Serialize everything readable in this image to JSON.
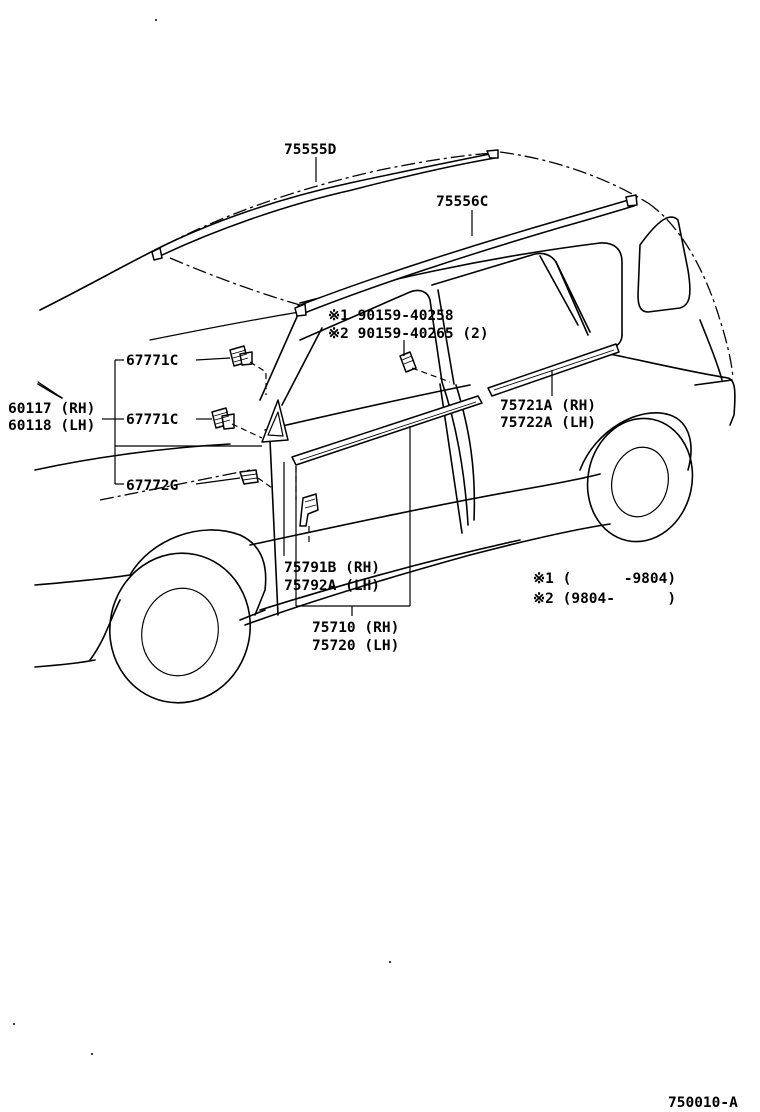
{
  "parts": {
    "roof_rh": "75555D",
    "roof_lh": "75556C",
    "clip_note1": "※1 90159-40258",
    "clip_note2": "※2 90159-40265 (2)",
    "clip_c_upper": "67771C",
    "clip_c_lower": "67771C",
    "clip_g": "67772G",
    "garnish_rh": "60117 (RH)",
    "garnish_lh": "60118 (LH)",
    "rear_rh": "75721A (RH)",
    "rear_lh": "75722A (LH)",
    "end_rh": "75791B (RH)",
    "end_lh": "75792A (LH)",
    "front_rh": "75710 (RH)",
    "front_lh": "75720 (LH)"
  },
  "notes": {
    "n1": "※1 (      -9804)",
    "n2": "※2 (9804-      )"
  },
  "diagram_id": "750010-A"
}
